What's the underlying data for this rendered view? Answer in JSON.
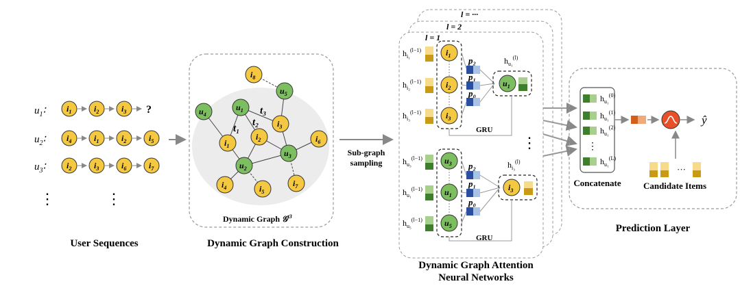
{
  "user_sequences": {
    "title": "User Sequences",
    "rows": [
      {
        "user": "u",
        "user_sub": "1",
        "items": [
          {
            "base": "i",
            "sub": "1"
          },
          {
            "base": "i",
            "sub": "2"
          },
          {
            "base": "i",
            "sub": "3"
          }
        ],
        "tail": "?"
      },
      {
        "user": "u",
        "user_sub": "2",
        "items": [
          {
            "base": "i",
            "sub": "4"
          },
          {
            "base": "i",
            "sub": "1"
          },
          {
            "base": "i",
            "sub": "2"
          },
          {
            "base": "i",
            "sub": "5"
          }
        ]
      },
      {
        "user": "u",
        "user_sub": "3",
        "items": [
          {
            "base": "i",
            "sub": "2"
          },
          {
            "base": "i",
            "sub": "3"
          },
          {
            "base": "i",
            "sub": "6"
          },
          {
            "base": "i",
            "sub": "7"
          }
        ]
      }
    ],
    "colon": "∶",
    "ellipsis": "⋮"
  },
  "graph_construction": {
    "title": "Dynamic Graph Construction",
    "caption": "Dynamic Graph",
    "caption_math": "𝒢",
    "caption_sup": "t3",
    "edge_labels": [
      "t₁",
      "t₂",
      "t₃"
    ]
  },
  "sampling": {
    "line1": "Sub-graph",
    "line2": "sampling"
  },
  "dgann": {
    "title_line1": "Dynamic Graph  Attention",
    "title_line2": "Neural Networks",
    "layers": [
      "l = ···",
      "l = 2",
      "l = 1"
    ],
    "gru": "GRU",
    "priorities": [
      "p₂",
      "p₁",
      "p₀"
    ],
    "vdots": "⋮"
  },
  "prediction": {
    "title": "Prediction Layer",
    "concatenate": "Concatenate",
    "candidate_items": "Candidate Items",
    "output": "ŷ",
    "dots": "···",
    "vdots": "⋮"
  },
  "colors": {
    "item_node": "#F5C842",
    "user_node": "#7DBE61",
    "node_stroke": "#333333",
    "panel_bg": "#ECECEC",
    "accent_red": "#E8502A"
  }
}
